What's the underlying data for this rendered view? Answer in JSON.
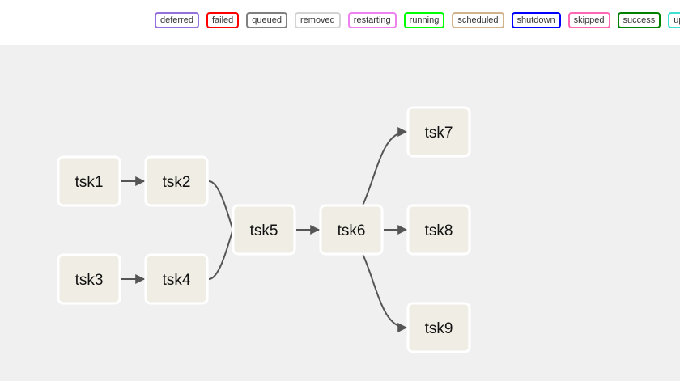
{
  "legend": {
    "items": [
      {
        "label": "deferred",
        "color": "#9370db"
      },
      {
        "label": "failed",
        "color": "#ff0000"
      },
      {
        "label": "queued",
        "color": "#808080"
      },
      {
        "label": "removed",
        "color": "#d3d3d3"
      },
      {
        "label": "restarting",
        "color": "#ee82ee"
      },
      {
        "label": "running",
        "color": "#00ff00"
      },
      {
        "label": "scheduled",
        "color": "#d2b48c"
      },
      {
        "label": "shutdown",
        "color": "#0000ff"
      },
      {
        "label": "skipped",
        "color": "#ff69b4"
      },
      {
        "label": "success",
        "color": "#008000"
      },
      {
        "label": "up_for_reschedule",
        "color": "#40e0d0"
      }
    ]
  },
  "graph": {
    "nodes": [
      {
        "id": "tsk1",
        "label": "tsk1"
      },
      {
        "id": "tsk2",
        "label": "tsk2"
      },
      {
        "id": "tsk3",
        "label": "tsk3"
      },
      {
        "id": "tsk4",
        "label": "tsk4"
      },
      {
        "id": "tsk5",
        "label": "tsk5"
      },
      {
        "id": "tsk6",
        "label": "tsk6"
      },
      {
        "id": "tsk7",
        "label": "tsk7"
      },
      {
        "id": "tsk8",
        "label": "tsk8"
      },
      {
        "id": "tsk9",
        "label": "tsk9"
      }
    ],
    "edges": [
      {
        "from": "tsk1",
        "to": "tsk2"
      },
      {
        "from": "tsk2",
        "to": "tsk5"
      },
      {
        "from": "tsk3",
        "to": "tsk4"
      },
      {
        "from": "tsk4",
        "to": "tsk5"
      },
      {
        "from": "tsk5",
        "to": "tsk6"
      },
      {
        "from": "tsk6",
        "to": "tsk7"
      },
      {
        "from": "tsk6",
        "to": "tsk8"
      },
      {
        "from": "tsk6",
        "to": "tsk9"
      }
    ],
    "node_fill": "#f0ede4",
    "edge_color": "#555555",
    "background": "#f0f0f0"
  }
}
